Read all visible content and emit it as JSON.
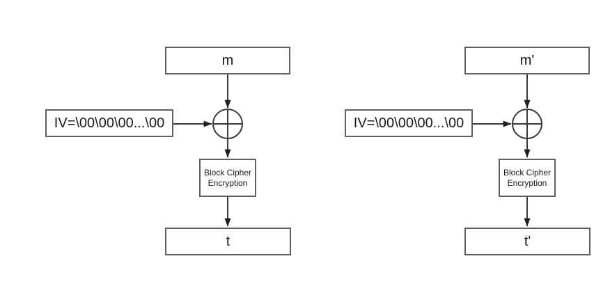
{
  "diagram": {
    "title": "block-cipher-mac-comparison",
    "colors": {
      "background": "#ffffff",
      "box_border": "#5f5f5f",
      "wire": "#383838",
      "text": "#1a1a1a"
    },
    "left": {
      "message_label": "m",
      "iv_label": "IV=\\00\\00\\00...\\00",
      "cipher_label_line1": "Block Cipher",
      "cipher_label_line2": "Encryption",
      "tag_label": "t",
      "operator": "xor"
    },
    "right": {
      "message_label": "m'",
      "iv_label": "IV=\\00\\00\\00...\\00",
      "cipher_label_line1": "Block Cipher",
      "cipher_label_line2": "Encryption",
      "tag_label": "t'",
      "operator": "xor"
    }
  }
}
